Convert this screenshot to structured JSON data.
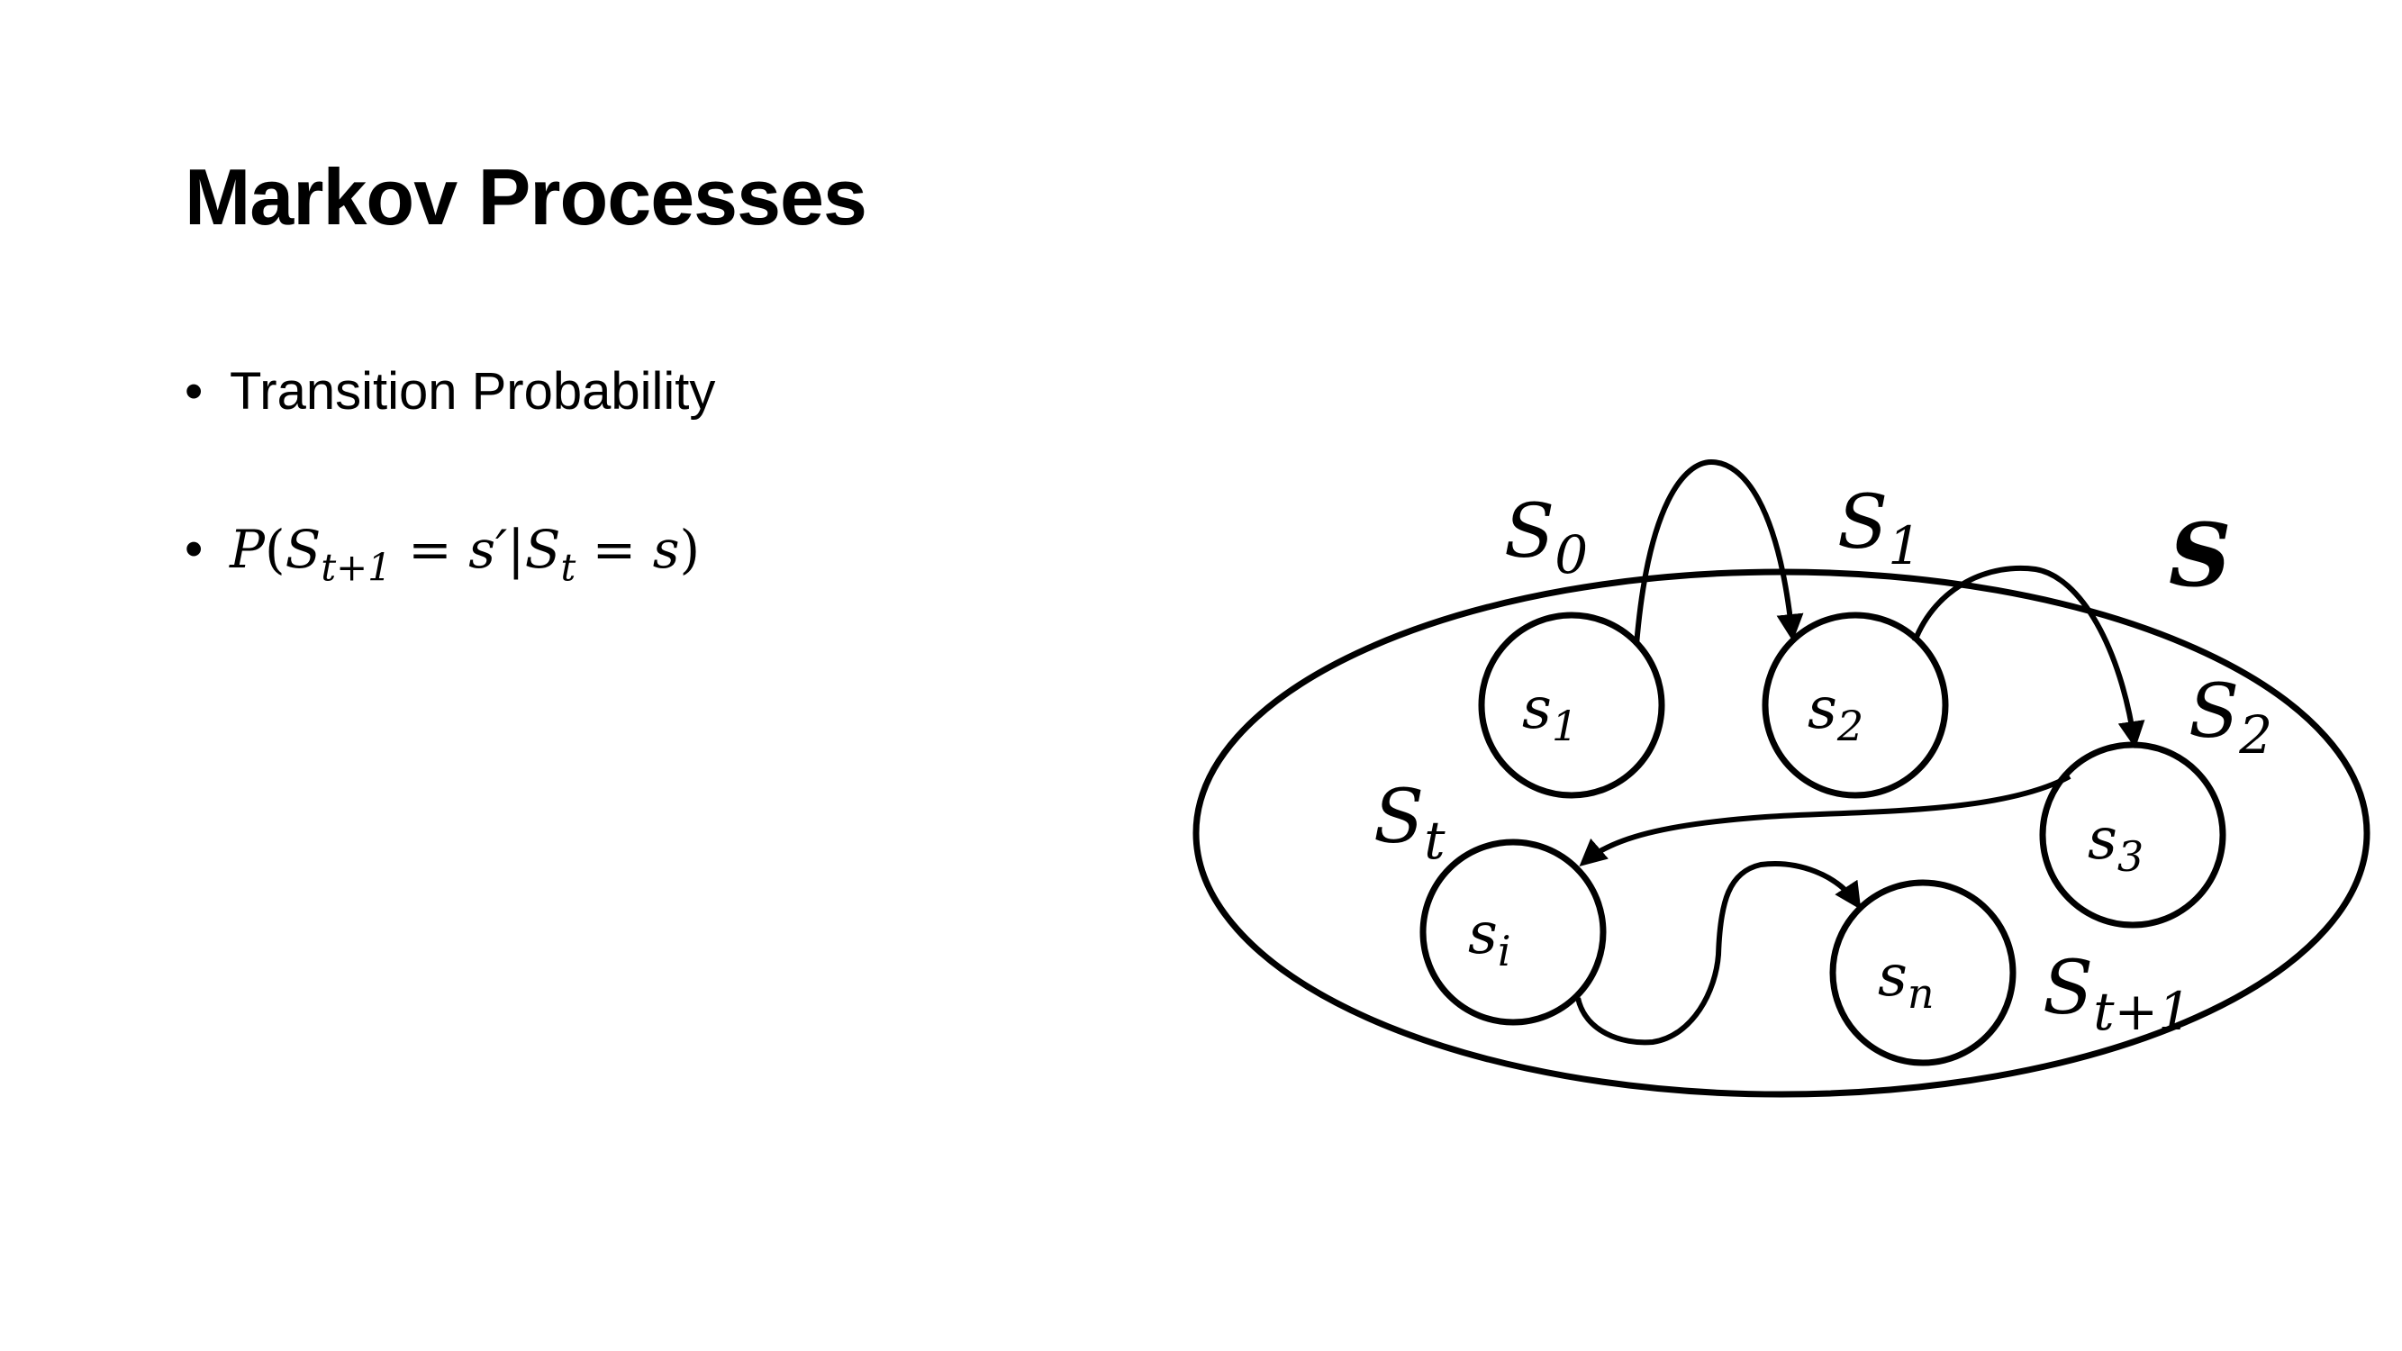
{
  "slide": {
    "title": "Markov Processes",
    "bullets": [
      {
        "text": "Transition Probability"
      }
    ],
    "formula": {
      "P": "P",
      "open": "(",
      "S1": "S",
      "sub1": "t+1",
      "eq1": " = ",
      "sprime": "s′",
      "bar": "|",
      "S2": "S",
      "sub2": "t",
      "eq2": " = ",
      "s": "s",
      "close": ")"
    },
    "bullet_symbol": "•"
  },
  "diagram": {
    "set_label": "S",
    "states": [
      {
        "base": "s",
        "sub": "1"
      },
      {
        "base": "s",
        "sub": "2"
      },
      {
        "base": "s",
        "sub": "3"
      },
      {
        "base": "s",
        "sub": "i"
      },
      {
        "base": "s",
        "sub": "n"
      }
    ],
    "step_labels": [
      {
        "base": "S",
        "sub": "0"
      },
      {
        "base": "S",
        "sub": "1"
      },
      {
        "base": "S",
        "sub": "2"
      },
      {
        "base": "S",
        "sub": "t"
      },
      {
        "base": "S",
        "sub": "t+1"
      }
    ],
    "stroke_color": "#000000"
  }
}
